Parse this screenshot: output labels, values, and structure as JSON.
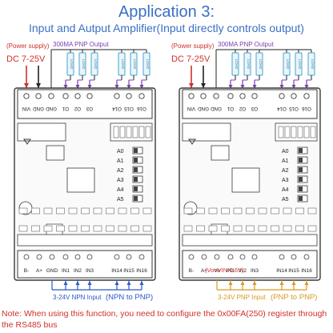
{
  "title": "Application 3:",
  "subtitle": "Input and Autput Amplifier(Input directly controls output)",
  "note": "Note: When using this function, you need to configure the 0x00FA(250) register through the RS485 bus",
  "colors": {
    "title": "#3a6fc4",
    "note": "#d0302a",
    "power": "#d0302a",
    "output": "#7a3fb0",
    "npn": "#2b58c8",
    "pnp": "#d99a26",
    "board": "#3a3a3a"
  },
  "left": {
    "power_label": "(Power supply)",
    "voltage": "DC 7-25V",
    "output_label": "300MA PNP Output",
    "top_terminals": [
      "VIN",
      "GND",
      "GND",
      "O1",
      "O2",
      "O3",
      "O14",
      "O15",
      "O16"
    ],
    "load_label": "LOAD",
    "dip_labels": [
      "A0",
      "A1",
      "A2",
      "A3",
      "A4",
      "A5"
    ],
    "bottom_terminals": [
      "B-",
      "A+",
      "GND",
      "IN1",
      "IN2",
      "IN3",
      "IN14",
      "IN15",
      "IN16"
    ],
    "input_label": "3-24V NPN Input",
    "input_label_paren": "(NPN to PNP)"
  },
  "right": {
    "power_label": "(Power supply)",
    "voltage": "DC 7-25V",
    "output_label": "300MA PNP Output",
    "top_terminals": [
      "VIN",
      "GND",
      "GND",
      "O1",
      "O2",
      "O3",
      "O14",
      "O15",
      "O16"
    ],
    "load_label": "LOAD",
    "dip_labels": [
      "A0",
      "A1",
      "A2",
      "A3",
      "A4",
      "A5"
    ],
    "bottom_terminals": [
      "B-",
      "A+",
      "Vo",
      "IN1",
      "IN2",
      "IN3",
      "IN14",
      "IN15",
      "IN16"
    ],
    "vo_label": "(Vo=VIN-0.6V)",
    "input_label": "3-24V PNP Input",
    "input_label_paren": "(PNP to PNP)"
  }
}
